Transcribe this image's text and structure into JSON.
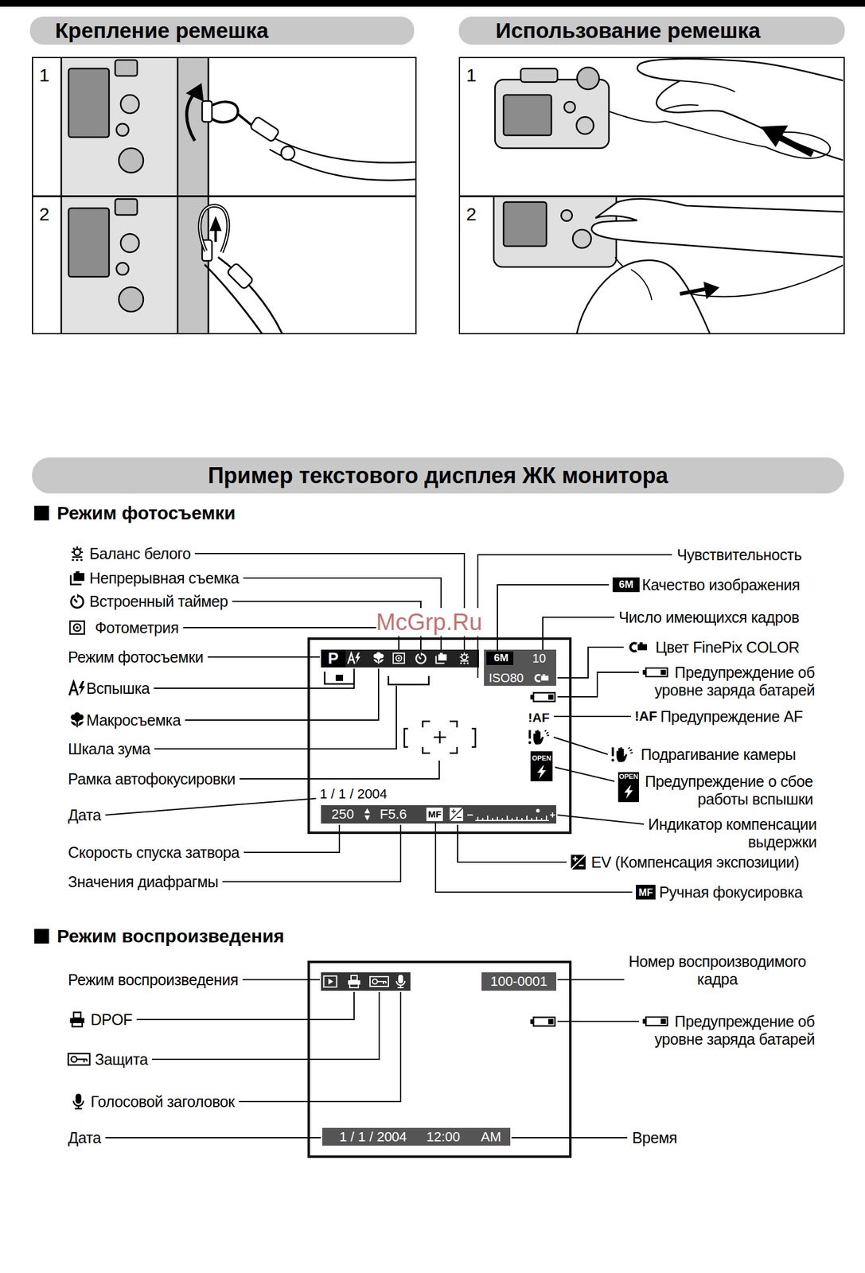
{
  "diagram": {
    "nodes": [
      {
        "text": [
          "Крепление ремешка"
        ]
      },
      {
        "text": [
          "Использование ремешка"
        ]
      },
      {
        "text": [
          "1"
        ]
      },
      {
        "text": [
          "2"
        ]
      },
      {
        "text": [
          "1"
        ]
      },
      {
        "text": [
          "2"
        ]
      },
      {
        "text": [
          "Пример текстового дисплея ЖК монитора"
        ]
      },
      {
        "text": [
          "P",
          "6M",
          "10",
          "ISO80",
          "!AF",
          "OPEN",
          "1 / 1 / 2004",
          "250",
          "F5.6",
          "MF"
        ]
      },
      {
        "text": [
          "100-0001",
          "1 / 1 / 2004",
          "12:00",
          "AM"
        ]
      }
    ],
    "labels": [
      "Режим фотосъемки",
      "Баланс белого",
      "Непрерывная съемка",
      "Встроенный таймер",
      "Фотометрия",
      "Режим фотосъемки",
      "Вспышка",
      "Макросъемка",
      "Шкала зума",
      "Рамка автофокусировки",
      "Дата",
      "Скорость спуска затвора",
      "Значения диафрагмы",
      "Чувствительность",
      "6M",
      "Качество изображения",
      "Число имеющихся кадров",
      "Цвет FinePix COLOR",
      "Предупреждение об уровне заряда батарей",
      "!AF",
      "Предупреждение AF",
      "Подрагивание камеры",
      "OPEN",
      "Предупреждение о сбое работы вспышки",
      "Индикатор компенсации выдержки",
      "EV (Компенсация экспозиции)",
      "MF",
      "Ручная фокусировка",
      "Режим воспроизведения",
      "Режим воспроизведения",
      "DPOF",
      "Защита",
      "Голосовой заголовок",
      "Дата",
      "Номер воспроизводимого кадра",
      "Предупреждение об уровне заряда батарей",
      "Время",
      "McGrp.Ru"
    ]
  }
}
